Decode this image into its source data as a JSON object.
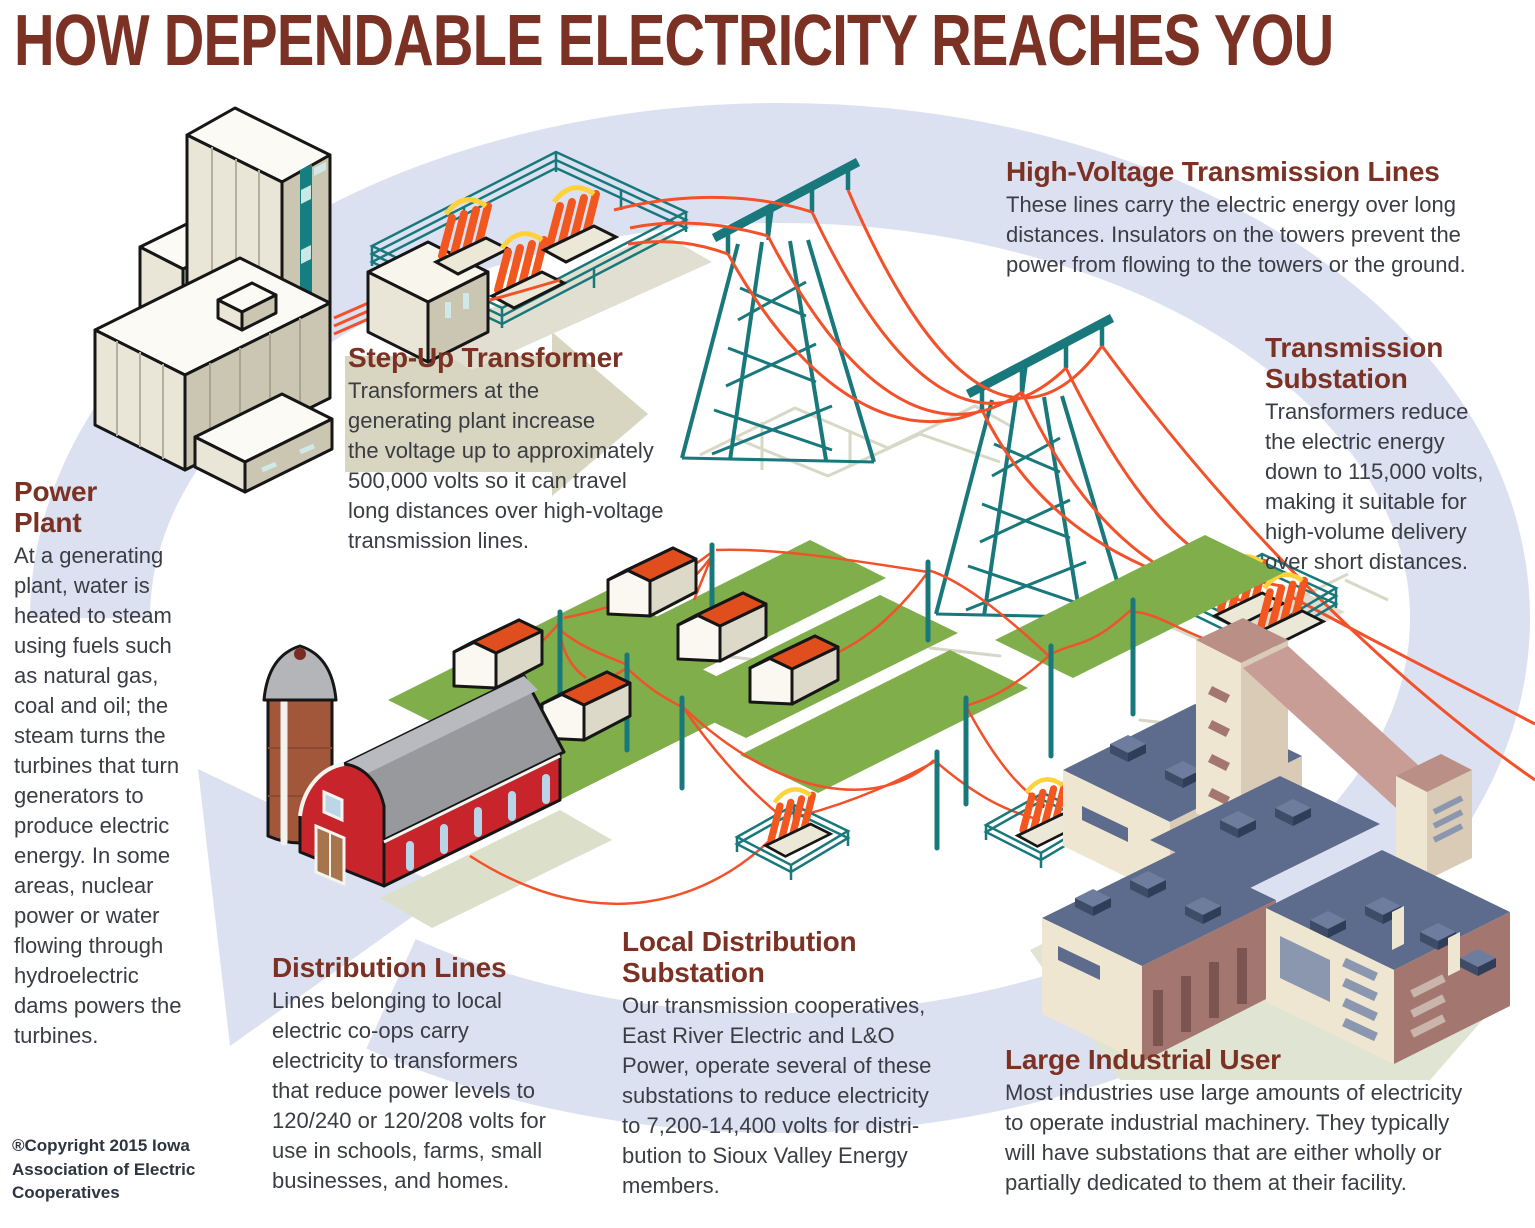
{
  "title": "HOW DEPENDABLE ELECTRICITY REACHES YOU",
  "sections": {
    "power_plant": {
      "heading": "Power\nPlant",
      "body": "At a generating\nplant, water is\nheated to steam\nusing fuels such\nas natural gas,\ncoal and oil; the\nsteam turns the\nturbines that turn\ngenerators to\nproduce electric\nenergy. In some\nareas, nuclear\npower or water\nflowing through\nhydroelectric\ndams powers the\nturbines."
    },
    "step_up_transformer": {
      "heading": "Step-Up Transformer",
      "body": "Transformers at the\ngenerating plant increase\nthe voltage up to approximately\n500,000 volts so it can travel\nlong distances over high-voltage\ntransmission lines."
    },
    "high_voltage_lines": {
      "heading": "High-Voltage Transmission Lines",
      "body": "These lines carry the electric energy over long\ndistances. Insulators on the towers prevent the\npower from flowing to the towers or the ground."
    },
    "transmission_substation": {
      "heading": "Transmission\nSubstation",
      "body": "Transformers reduce\nthe electric energy\ndown to 115,000 volts,\nmaking it suitable for\nhigh-volume delivery\nover short distances."
    },
    "distribution_lines": {
      "heading": "Distribution Lines",
      "body": "Lines belonging to local\nelectric co-ops carry\nelectricity to transformers\nthat reduce power levels to\n120/240 or 120/208 volts for\nuse in schools, farms, small\nbusinesses, and homes."
    },
    "local_distribution_substation": {
      "heading": "Local Distribution\nSubstation",
      "body": "Our transmission cooperatives,\nEast River Electric and L&O\nPower, operate several of these\nsubstations to reduce electricity\nto 7,200-14,400 volts for distri-\nbution to Sioux Valley Energy\nmembers."
    },
    "large_industrial_user": {
      "heading": "Large Industrial User",
      "body": "Most industries use large amounts of electricity\nto operate industrial machinery. They typically\nwill have substations that are either wholly or\npartially dedicated to them at their facility."
    }
  },
  "copyright": "®Copyright 2015 Iowa\nAssociation of Electric\nCooperatives",
  "scene": {
    "items": [
      "power-plant",
      "step-up-transformer-substation",
      "high-voltage-transmission-towers",
      "transmission-substation",
      "rural-houses",
      "farm-barn-and-silo",
      "distribution-substations",
      "large-industrial-facility",
      "circular-flow-arrow"
    ],
    "colors": {
      "title_maroon": "#7b3123",
      "body_text": "#3a3d44",
      "flow_arrow": "#dce1f1",
      "structure_teal": "#18787b",
      "power_line_red": "#f2512a",
      "transformer_orange": "#f2571f",
      "arc_yellow": "#ffd23a",
      "house_roof_orange": "#f05a28",
      "grass_green": "#7fae4a",
      "barn_red": "#c8242b",
      "roof_slate": "#5d6b8c",
      "building_cream": "#efe6d2",
      "building_mauve": "#a3776f"
    }
  }
}
